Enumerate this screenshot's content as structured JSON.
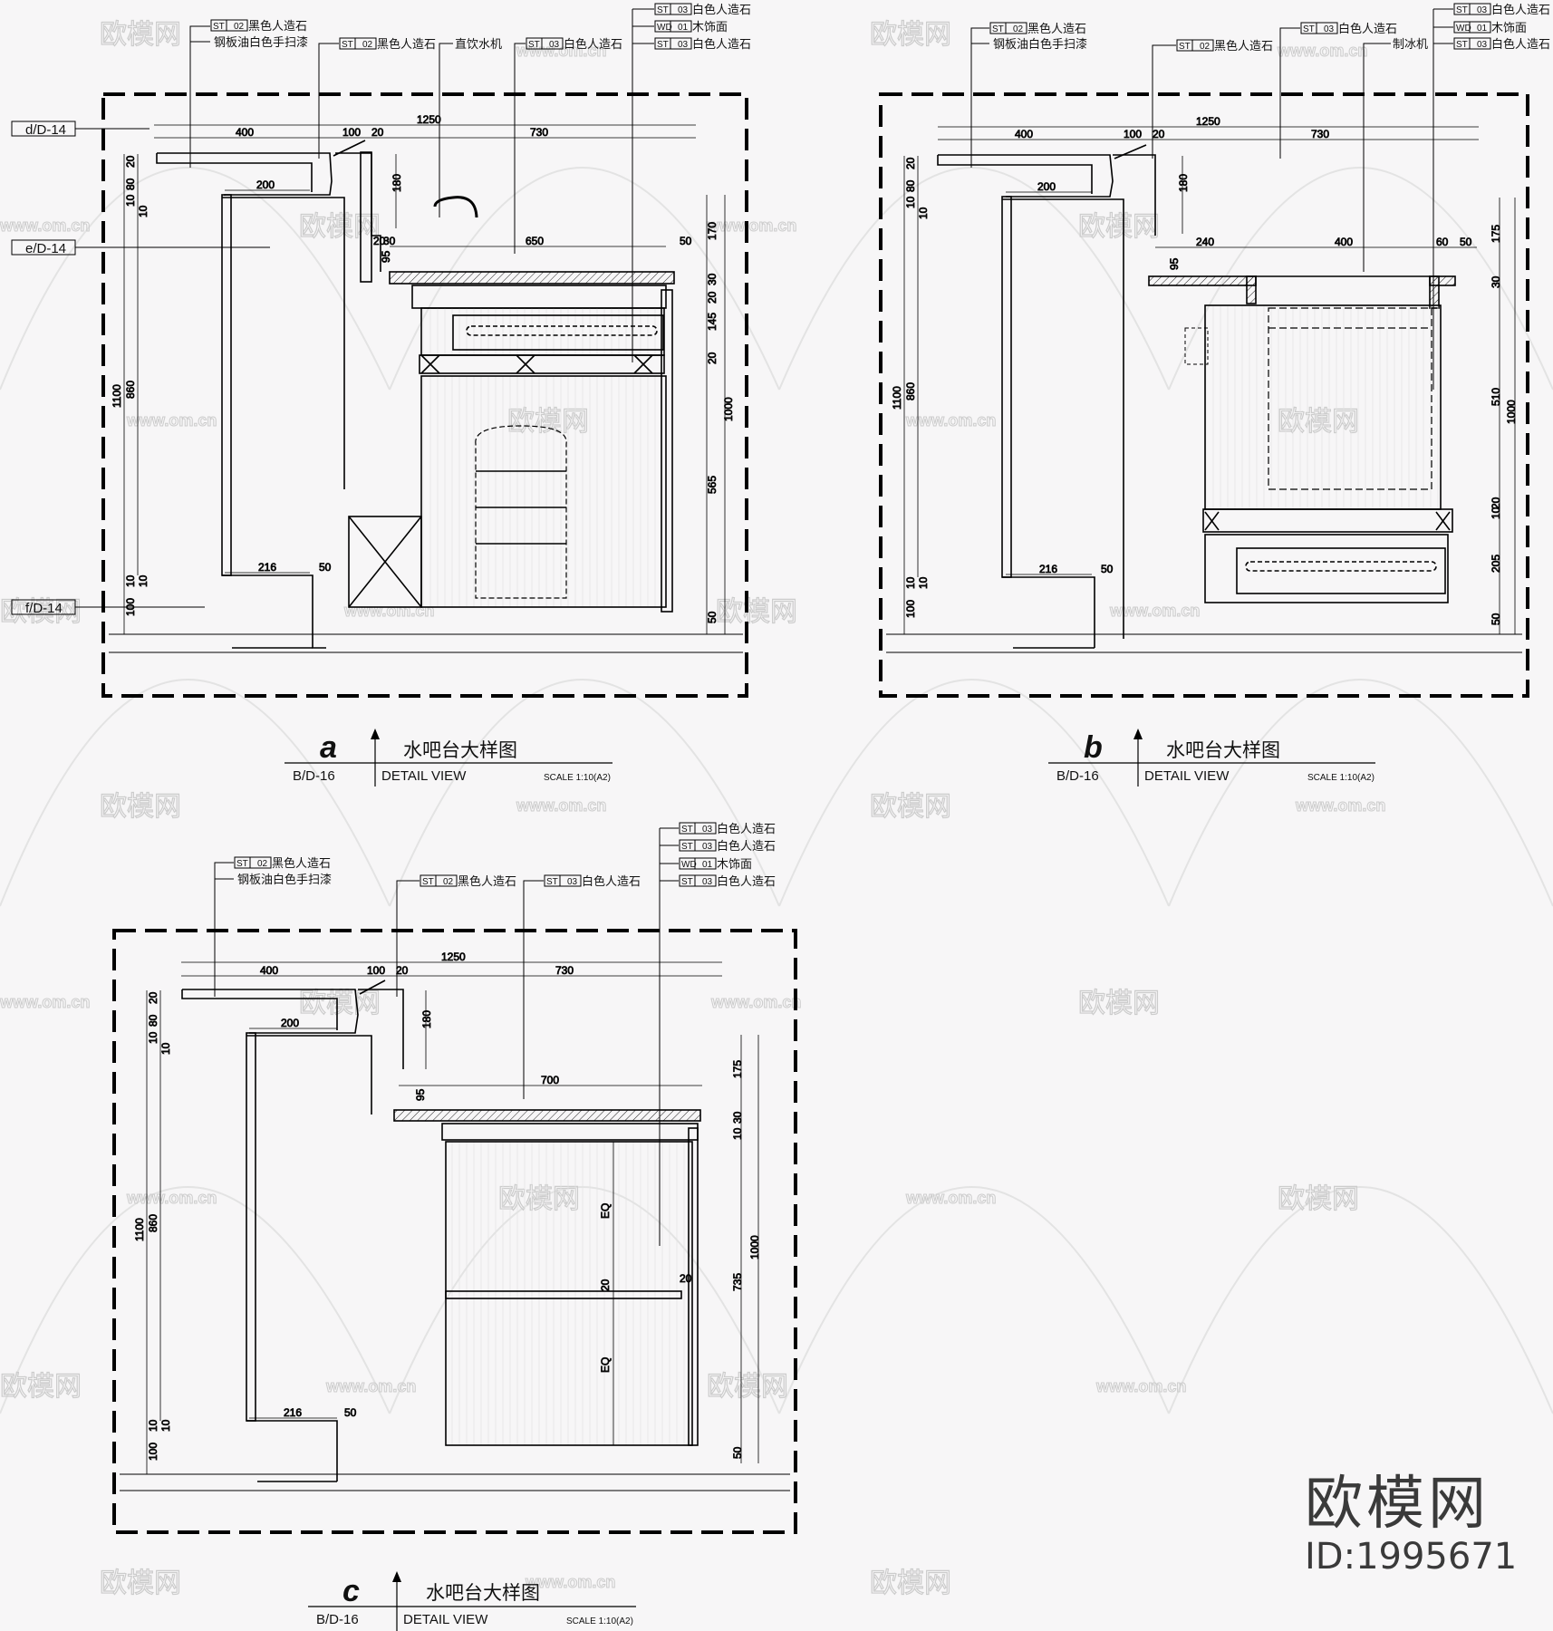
{
  "materials": {
    "st02_black": {
      "code": "ST",
      "num": "02",
      "label": "黑色人造石"
    },
    "st03_white": {
      "code": "ST",
      "num": "03",
      "label": "白色人造石"
    },
    "wd01_wood": {
      "code": "WD",
      "num": "01",
      "label": "木饰面"
    },
    "steel_paint": "钢板油白色手扫漆",
    "water_machine": "直饮水机",
    "ice_maker": "制冰机"
  },
  "panels": [
    {
      "id": "a",
      "title_letter": "a",
      "title_cn": "水吧台大样图",
      "ref": "B/D-16",
      "subtitle": "DETAIL VIEW",
      "scale": "SCALE 1:10(A2)",
      "callouts": [
        {
          "tag": "ST",
          "num": "02",
          "text": "黑色人造石"
        },
        {
          "text": "钢板油白色手扫漆"
        },
        {
          "tag": "ST",
          "num": "02",
          "text": "黑色人造石"
        },
        {
          "text": "直饮水机"
        },
        {
          "tag": "ST",
          "num": "03",
          "text": "白色人造石"
        },
        {
          "tag": "ST",
          "num": "03",
          "text": "白色人造石"
        },
        {
          "tag": "WD",
          "num": "01",
          "text": "木饰面"
        },
        {
          "tag": "ST",
          "num": "03",
          "text": "白色人造石"
        }
      ],
      "section_refs": [
        "d/D-14",
        "e/D-14",
        "f/D-14"
      ],
      "dims": {
        "top_total": "1250",
        "top_left": "400",
        "top_mid": "100",
        "top_small": "20",
        "top_right": "730",
        "left_stack": [
          "20",
          "80",
          "10",
          "10",
          "1100",
          "860",
          "10",
          "10",
          "100"
        ],
        "upper_depth": "200",
        "lower_depth": "216",
        "lower_gap": "50",
        "riser": "180",
        "gap1": "20",
        "gap2": "30",
        "sink_h": "95",
        "counter": "650",
        "counter_over": "50",
        "right_stack": [
          "170",
          "30",
          "20",
          "145",
          "20",
          "565",
          "50"
        ],
        "right_total": "1000"
      }
    },
    {
      "id": "b",
      "title_letter": "b",
      "title_cn": "水吧台大样图",
      "ref": "B/D-16",
      "subtitle": "DETAIL VIEW",
      "scale": "SCALE 1:10(A2)",
      "callouts": [
        {
          "tag": "ST",
          "num": "02",
          "text": "黑色人造石"
        },
        {
          "text": "钢板油白色手扫漆"
        },
        {
          "tag": "ST",
          "num": "02",
          "text": "黑色人造石"
        },
        {
          "tag": "ST",
          "num": "03",
          "text": "白色人造石"
        },
        {
          "text": "制冰机"
        },
        {
          "tag": "ST",
          "num": "03",
          "text": "白色人造石"
        },
        {
          "tag": "WD",
          "num": "01",
          "text": "木饰面"
        },
        {
          "tag": "ST",
          "num": "03",
          "text": "白色人造石"
        }
      ],
      "dims": {
        "top_total": "1250",
        "top_left": "400",
        "top_mid": "100",
        "top_small": "20",
        "top_right": "730",
        "left_stack": [
          "20",
          "80",
          "10",
          "10",
          "1100",
          "860",
          "10",
          "10",
          "100"
        ],
        "upper_depth": "200",
        "lower_depth": "216",
        "lower_gap": "50",
        "riser": "180",
        "sink_h": "95",
        "seg1": "240",
        "seg2": "400",
        "seg3": "60",
        "seg4": "50",
        "right_stack": [
          "175",
          "30",
          "510",
          "10",
          "20",
          "205",
          "50"
        ],
        "right_total": "1000"
      }
    },
    {
      "id": "c",
      "title_letter": "c",
      "title_cn": "水吧台大样图",
      "ref": "B/D-16",
      "subtitle": "DETAIL VIEW",
      "scale": "SCALE 1:10(A2)",
      "callouts": [
        {
          "tag": "ST",
          "num": "02",
          "text": "黑色人造石"
        },
        {
          "text": "钢板油白色手扫漆"
        },
        {
          "tag": "ST",
          "num": "02",
          "text": "黑色人造石"
        },
        {
          "tag": "ST",
          "num": "03",
          "text": "白色人造石"
        },
        {
          "tag": "ST",
          "num": "03",
          "text": "白色人造石"
        },
        {
          "tag": "ST",
          "num": "03",
          "text": "白色人造石"
        },
        {
          "tag": "WD",
          "num": "01",
          "text": "木饰面"
        },
        {
          "tag": "ST",
          "num": "03",
          "text": "白色人造石"
        }
      ],
      "dims": {
        "top_total": "1250",
        "top_left": "400",
        "top_mid": "100",
        "top_small": "20",
        "top_right": "730",
        "left_stack": [
          "20",
          "80",
          "10",
          "10",
          "1100",
          "860",
          "10",
          "10",
          "100"
        ],
        "upper_depth": "200",
        "lower_depth": "216",
        "lower_gap": "50",
        "riser": "180",
        "sink_h": "95",
        "counter": "700",
        "right_stack": [
          "175",
          "30",
          "10",
          "735",
          "50"
        ],
        "right_total": "1000",
        "shelf": "20",
        "shelf_gap": "20",
        "eq": "EQ"
      }
    }
  ],
  "watermark": {
    "brand_cn": "欧模网",
    "url": "www.om.cn",
    "id": "ID:1995671"
  }
}
